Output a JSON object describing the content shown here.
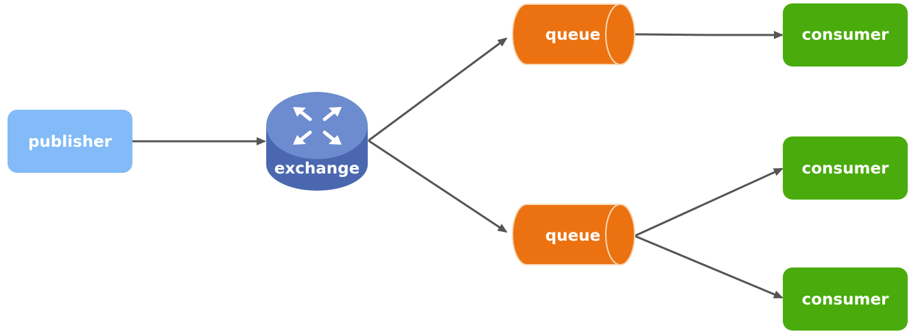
{
  "diagram": {
    "publisher": {
      "label": "publisher",
      "color": "#82BBF7"
    },
    "exchange": {
      "label": "exchange",
      "top_color": "#6D8CCF",
      "side_color": "#4A67B0",
      "icon": "four-arrows-icon"
    },
    "queues": [
      {
        "label": "queue",
        "color": "#EC7211",
        "edge_color": "#F7D9B6"
      },
      {
        "label": "queue",
        "color": "#EC7211",
        "edge_color": "#F7D9B6"
      }
    ],
    "consumers": [
      {
        "label": "consumer",
        "color": "#4AAB0C"
      },
      {
        "label": "consumer",
        "color": "#4AAB0C"
      },
      {
        "label": "consumer",
        "color": "#4AAB0C"
      }
    ],
    "arrow_color": "#555555"
  }
}
